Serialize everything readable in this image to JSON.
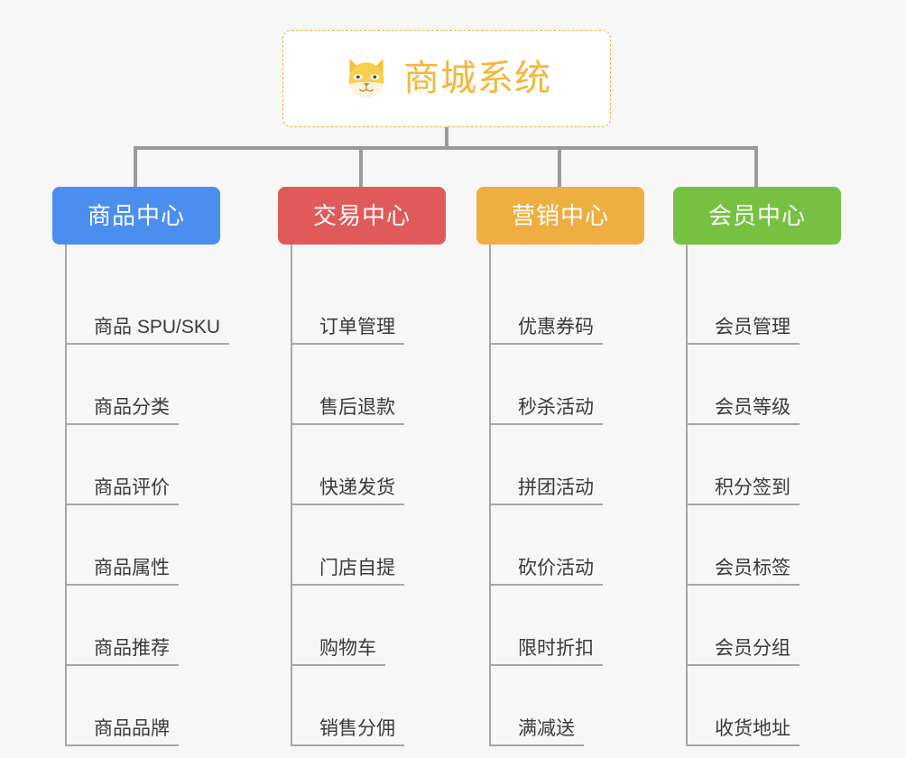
{
  "root": {
    "title": "商城系统",
    "icon": "shiba-dog-icon",
    "text_color": "#f5b63d",
    "border_color": "#f0b13c"
  },
  "canvas": {
    "background": "#f7f7f7",
    "connector_color": "#9a9a9a",
    "rule_color": "#a6a6a6",
    "leaf_text_color": "#3a3a3a"
  },
  "columns": [
    {
      "label": "商品中心",
      "color": "#4a8ef0",
      "items": [
        "商品 SPU/SKU",
        "商品分类",
        "商品评价",
        "商品属性",
        "商品推荐",
        "商品品牌"
      ]
    },
    {
      "label": "交易中心",
      "color": "#e05a5a",
      "items": [
        "订单管理",
        "售后退款",
        "快递发货",
        "门店自提",
        "购物车",
        "销售分佣"
      ]
    },
    {
      "label": "营销中心",
      "color": "#eeae42",
      "items": [
        "优惠券码",
        "秒杀活动",
        "拼团活动",
        "砍价活动",
        "限时折扣",
        "满减送"
      ]
    },
    {
      "label": "会员中心",
      "color": "#76c142",
      "items": [
        "会员管理",
        "会员等级",
        "积分签到",
        "会员标签",
        "会员分组",
        "收货地址"
      ]
    }
  ]
}
